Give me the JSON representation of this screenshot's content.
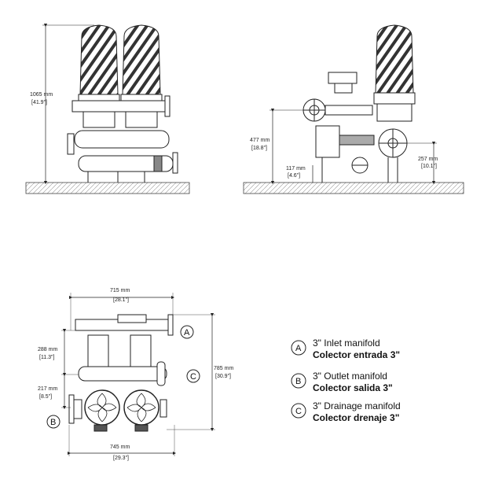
{
  "front_view": {
    "height_mm": "1065 mm",
    "height_in": "[41.9\"]"
  },
  "side_view": {
    "inlet_height_mm": "477 mm",
    "inlet_height_in": "[18.8\"]",
    "drain_height_mm": "117 mm",
    "drain_height_in": "[4.6\"]",
    "outlet_height_mm": "257 mm",
    "outlet_height_in": "[10.1\"]"
  },
  "top_view": {
    "top_width_mm": "715 mm",
    "top_width_in": "[28.1\"]",
    "bottom_width_mm": "745 mm",
    "bottom_width_in": "[29.3\"]",
    "left_upper_mm": "288 mm",
    "left_upper_in": "[11.3\"]",
    "left_lower_mm": "217 mm",
    "left_lower_in": "[8.5\"]",
    "right_mm": "785 mm",
    "right_in": "[30.9\"]",
    "markers": [
      "A",
      "C",
      "B"
    ]
  },
  "legend": [
    {
      "letter": "A",
      "line1": "3\" Inlet manifold",
      "line2": "Colector entrada 3\""
    },
    {
      "letter": "B",
      "line1": "3\" Outlet manifold",
      "line2": "Colector salida 3\""
    },
    {
      "letter": "C",
      "line1": "3\" Drainage manifold",
      "line2": "Colector drenaje 3\""
    }
  ],
  "colors": {
    "line": "#222222",
    "ground": "#cccccc"
  }
}
